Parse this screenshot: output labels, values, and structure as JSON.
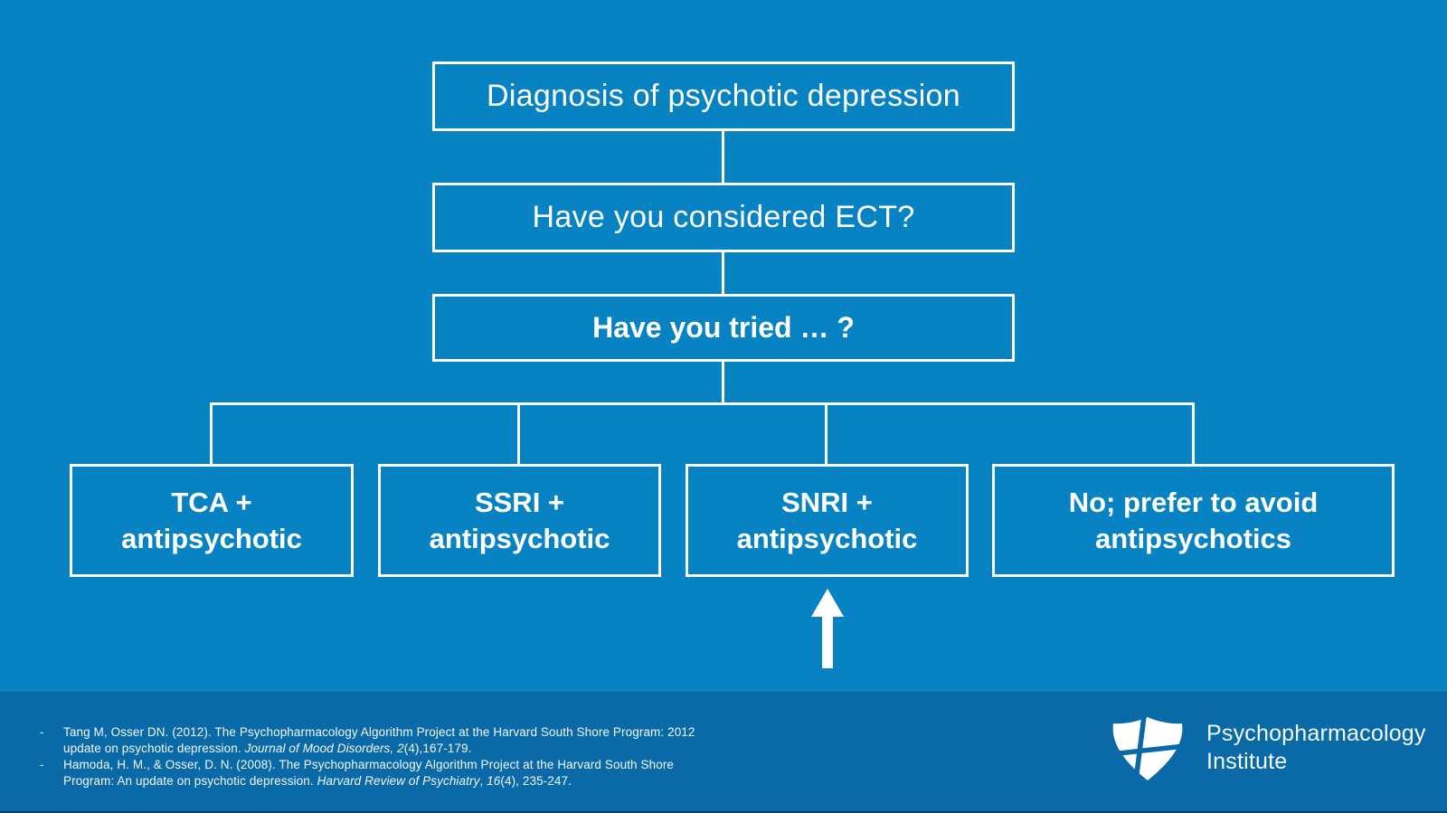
{
  "colors": {
    "background": "#0782c2",
    "footer_band": "#0a6aa7",
    "connector_line": "#ffffff",
    "text": "#ffffff"
  },
  "flowchart": {
    "nodes": {
      "diagnosis": {
        "label": "Diagnosis of psychotic depression"
      },
      "ect": {
        "label": "Have you considered ECT?"
      },
      "tried": {
        "label": "Have you tried … ?"
      },
      "tca": {
        "lines": [
          "TCA +",
          "antipsychotic"
        ]
      },
      "ssri": {
        "lines": [
          "SSRI +",
          "antipsychotic"
        ]
      },
      "snri": {
        "lines": [
          "SNRI +",
          "antipsychotic"
        ]
      },
      "no": {
        "lines": [
          "No; prefer to avoid",
          "antipsychotics"
        ]
      }
    },
    "arrow": {
      "icon": "up-arrow-icon",
      "direction": "up"
    }
  },
  "footer": {
    "bullet": "-",
    "references": [
      {
        "lines": [
          {
            "segments": [
              {
                "t": "Tang M, Osser DN. (2012). The Psychopharmacology Algorithm Project at the Harvard South Shore Program: 2012",
                "i": false
              }
            ]
          },
          {
            "segments": [
              {
                "t": "update on psychotic depression. ",
                "i": false
              },
              {
                "t": "Journal of Mood Disorders, 2",
                "i": true
              },
              {
                "t": "(4),167-179.",
                "i": false
              }
            ]
          }
        ]
      },
      {
        "lines": [
          {
            "segments": [
              {
                "t": "Hamoda, H. M., & Osser, D. N. (2008). The Psychopharmacology Algorithm Project at the Harvard South Shore",
                "i": false
              }
            ]
          },
          {
            "segments": [
              {
                "t": "Program: An update on psychotic depression. ",
                "i": false
              },
              {
                "t": "Harvard Review of Psychiatry",
                "i": true
              },
              {
                "t": ", ",
                "i": false
              },
              {
                "t": "16",
                "i": true
              },
              {
                "t": "(4), 235-247.",
                "i": false
              }
            ]
          }
        ]
      }
    ],
    "logo": {
      "icon": "shield-logo-icon",
      "line1": "Psychopharmacology",
      "line2": "Institute"
    }
  }
}
